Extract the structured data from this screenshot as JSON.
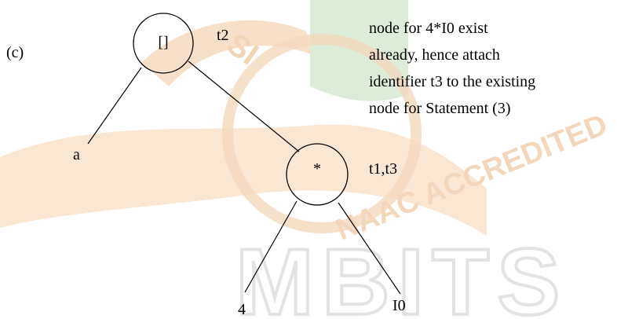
{
  "part_label": "(c)",
  "colors": {
    "watermark_orange": "#f6dcc4",
    "watermark_green": "#d9ebd6",
    "watermark_gray": "#e6e6e6"
  },
  "watermark": {
    "arc_text_top": "SI",
    "naac": "NAAC ACCREDITED",
    "institution": "MBITS"
  },
  "dag": {
    "root": {
      "symbol": "[]",
      "label": "t2"
    },
    "mult": {
      "symbol": "*",
      "label": "t1,t3"
    },
    "leaf_a": "a",
    "leaf_4": "4",
    "leaf_I0": "I0"
  },
  "note": {
    "line1": "node for 4*I0 exist",
    "line2": "already, hence attach",
    "line3": "identifier t3 to the existing",
    "line4": "node for Statement (3)"
  }
}
